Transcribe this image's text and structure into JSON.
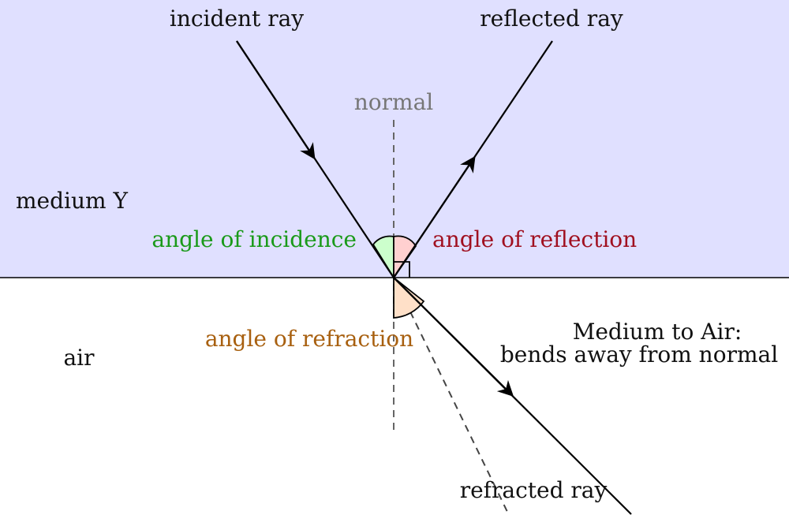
{
  "labels": {
    "incident_ray": "incident ray",
    "reflected_ray": "reflected ray",
    "normal": "normal",
    "medium": "medium Y",
    "angle_incidence": "angle of incidence",
    "angle_reflection": "angle of reflection",
    "angle_refraction": "angle of refraction",
    "air": "air",
    "note_line1": "Medium to Air:",
    "note_line2": "bends away from normal",
    "refracted_ray": "refracted ray"
  },
  "colors": {
    "medium_fill": "#e0e0ff",
    "incidence": "#1a9a1a",
    "incidence_fill": "#ccffcc",
    "reflection": "#a01020",
    "reflection_fill": "#ffd0d0",
    "refraction": "#a86010",
    "refraction_fill": "#ffe0c8",
    "normal_line": "#666666"
  }
}
